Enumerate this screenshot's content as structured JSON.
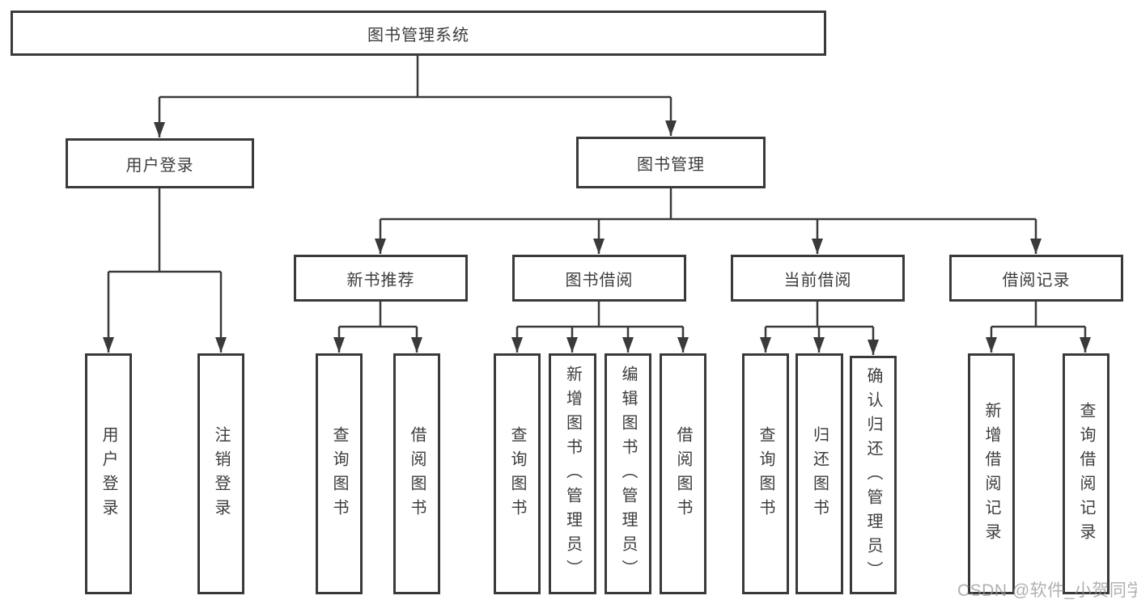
{
  "diagram": {
    "root": "图书管理系统",
    "level2": {
      "user_login": "用户登录",
      "book_management": "图书管理"
    },
    "level3": {
      "new_book_recommend": "新书推荐",
      "book_borrow": "图书借阅",
      "current_borrow": "当前借阅",
      "borrow_records": "借阅记录"
    },
    "leaves": {
      "user_login": "用户登录",
      "logout": "注销登录",
      "rec_query_books": "查询图书",
      "rec_borrow_books": "借阅图书",
      "bor_query_books": "查询图书",
      "bor_add_books": "新增图书（管理员）",
      "bor_edit_books": "编辑图书（管理员）",
      "bor_borrow_books": "借阅图书",
      "cur_query_books": "查询图书",
      "cur_return_books": "归还图书",
      "cur_confirm_return": "确认归还（管理员）",
      "log_add_record": "新增借阅记录",
      "log_query_record": "查询借阅记录"
    },
    "colors": {
      "line": "#3a3a3a",
      "text": "#3d3d3d",
      "background": "#ffffff"
    }
  },
  "watermark": "CSDN @软件_小贺同学"
}
